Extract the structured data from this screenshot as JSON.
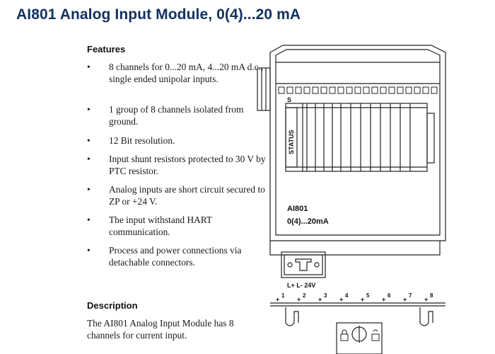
{
  "title": "AI801 Analog Input Module, 0(4)...20 mA",
  "features_heading": "Features",
  "features": [
    {
      "bullet": "•",
      "text": "8 channels for 0...20 mA, 4...20 mA d.c., single ended unipolar inputs."
    },
    {
      "bullet": "•",
      "text": "1 group of 8 channels isolated from ground."
    },
    {
      "bullet": "•",
      "text": "12 Bit resolution."
    },
    {
      "bullet": "•",
      "text": "Input shunt resistors protected to 30 V by PTC resistor."
    },
    {
      "bullet": "•",
      "text": "Analog inputs are short circuit secured to ZP or +24 V."
    },
    {
      "bullet": "•",
      "text": "The input withstand HART communication."
    },
    {
      "bullet": "•",
      "text": "Process and power connections via detachable connectors."
    }
  ],
  "description_heading": "Description",
  "description_text": "The AI801 Analog Input Module has 8 channels for current input.",
  "module": {
    "s_label": "S",
    "status_label": "STATUS",
    "model": "AI801",
    "range": "0(4)...20mA",
    "power_label": "L+ L- 24V",
    "channel_numbers": [
      "1",
      "2",
      "3",
      "4",
      "5",
      "6",
      "7",
      "8"
    ],
    "channel_polarity": [
      "+",
      "+",
      "+",
      "+",
      "+",
      "+",
      "+",
      "+"
    ]
  }
}
